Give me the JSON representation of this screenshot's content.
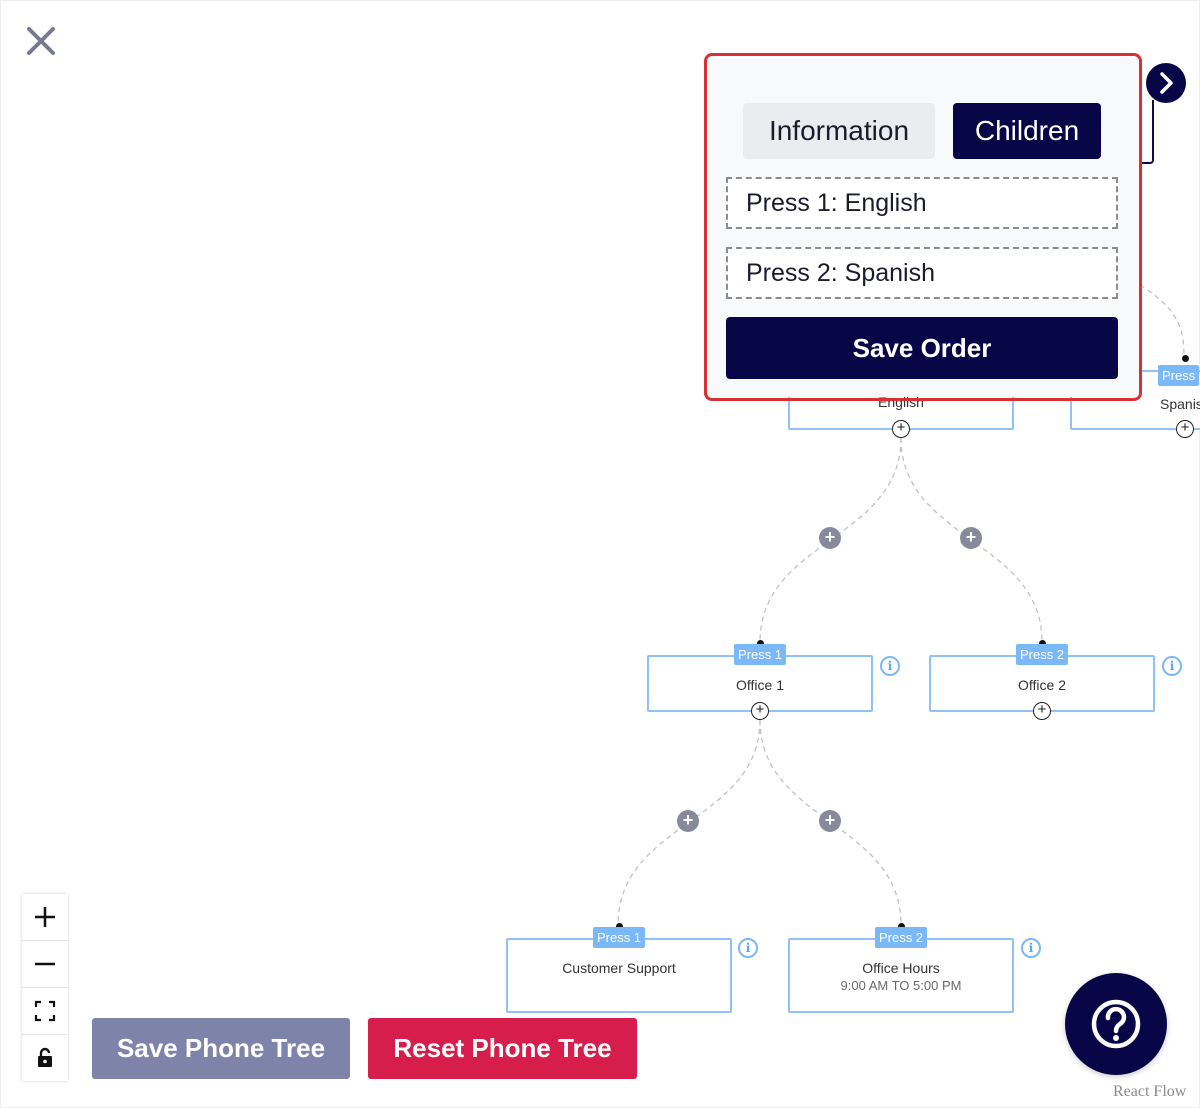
{
  "popup": {
    "tabs": {
      "information": "Information",
      "children": "Children"
    },
    "children": [
      {
        "label": "Press 1: English"
      },
      {
        "label": "Press 2: Spanish"
      }
    ],
    "save_order_label": "Save Order"
  },
  "nodes": {
    "english": {
      "name": "English"
    },
    "spanish": {
      "tag": "Press",
      "name": "Spanis"
    },
    "office1": {
      "tag": "Press 1",
      "name": "Office 1"
    },
    "office2": {
      "tag": "Press 2",
      "name": "Office 2"
    },
    "customer_support": {
      "tag": "Press 1",
      "name": "Customer Support"
    },
    "office_hours": {
      "tag": "Press 2",
      "name": "Office Hours",
      "sub": "9:00 AM TO 5:00 PM"
    }
  },
  "buttons": {
    "save_phone_tree": "Save Phone Tree",
    "reset_phone_tree": "Reset Phone Tree"
  },
  "attribution": "React Flow",
  "colors": {
    "navy": "#070748",
    "node_border": "#90c2f9",
    "tag_blue": "#7ab8f8",
    "save_gray": "#7e83aa",
    "reset_red": "#d61d4c",
    "highlight_red": "#d93035"
  }
}
